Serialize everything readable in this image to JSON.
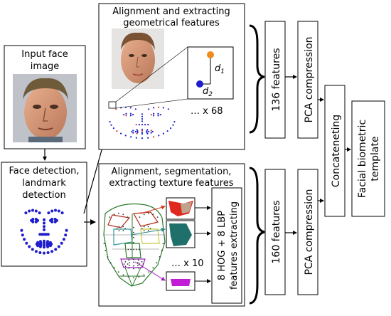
{
  "input": {
    "line1": "Input face",
    "line2": "image"
  },
  "detection": {
    "line1": "Face detection,",
    "line2": "landmark",
    "line3": "detection"
  },
  "geometric": {
    "line1": "Alignment and extracting",
    "line2": "geometrical features",
    "repeat": "… x 68",
    "d1": "d",
    "d1_sub": "1",
    "d2": "d",
    "d2_sub": "2"
  },
  "texture": {
    "line1": "Alignment, segmentation,",
    "line2": "extracting texture features",
    "repeat": "… x 10",
    "vertical_line1": "8 HOG + 8 LBP",
    "vertical_line2": "features extracting"
  },
  "geo_features": "136 features",
  "tex_features": "160 features",
  "pca_top": "PCA compression",
  "pca_bottom": "PCA compression",
  "concat": "Concateneting",
  "template": {
    "line1": "Facial biometric",
    "line2": "template"
  },
  "colors": {
    "landmark": "#1d1dcc",
    "orange": "#f08a1c",
    "red_patch": "#e0281e",
    "teal_patch": "#1f6f6a",
    "magenta_patch": "#c21bd6"
  }
}
